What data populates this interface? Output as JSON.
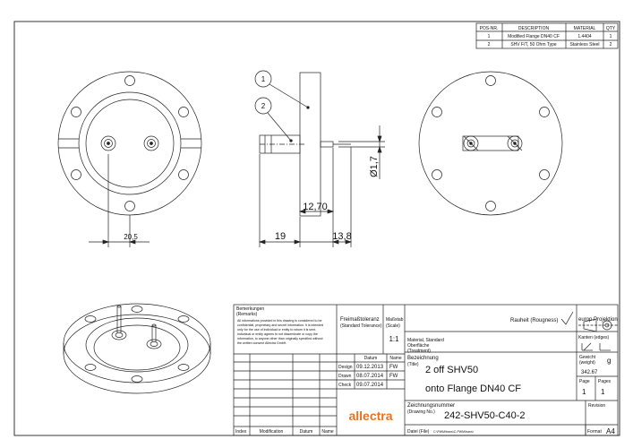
{
  "parts_table": {
    "headers": [
      "POS-NR.",
      "DESCRIPTION",
      "MATERIAL",
      "QTY"
    ],
    "rows": [
      [
        "1",
        "Modified Flange DN40 CF",
        "1.4404",
        "1"
      ],
      [
        "2",
        "SHV F/T, 50 Ohm Type",
        "Stainless Steel",
        "2"
      ]
    ]
  },
  "balloons": [
    "1",
    "2"
  ],
  "dimensions": {
    "d_20_5": "20,5",
    "d_12_70": "12,70",
    "d_19": "19",
    "d_13_8": "13,8",
    "d_1_7": "Ø1,7"
  },
  "title_block": {
    "remarks_label": "Bemerkungen",
    "remarks_label_en": "(Remarks)",
    "disclaimer": [
      "All informations provided in this drawing is considered to be",
      "confidential, proprietary and secret information. It is intended",
      "only for the use of individual or entity to whom it is sent.",
      "Individual or entity agrees to not disseminate or copy the",
      "information, to anyone other than originally specified without",
      "the written consent Allectra GmbH."
    ],
    "tolerance_label": "Freimaßtoleranz",
    "tolerance_label_en": "(Standard Tolerance)",
    "scale_label": "Maßstab",
    "scale_label_en": "(Scale)",
    "scale_value": "1:1",
    "material_label": "Material, Standard",
    "surface_label": "Oberfläche",
    "treatment_label": "(Treatment)",
    "roughness_label": "Rauheit (Rougness)",
    "projection_label": "europ.Projektion",
    "edges_label": "Kanten (edges)",
    "date_header": "Datum",
    "name_header": "Name",
    "design_label": "Design",
    "design_date": "09.12.2013",
    "design_name": "FW",
    "drawn_label": "Drawn",
    "drawn_date": "08.07.2014",
    "drawn_name": "FW",
    "check_label": "Check",
    "check_date": "09.07.2014",
    "designation_label": "Bezeichnung",
    "designation_label_en": "(Title)",
    "title_line1": "2 off SHV50",
    "title_line2": "onto Flange DN40 CF",
    "weight_label": "Gewicht",
    "weight_label_en": "(weight)",
    "weight_unit": "g",
    "weight_value": "342.67",
    "page_label": "Page",
    "pages_label": "Pages",
    "page_value": "1",
    "pages_value": "1",
    "logo_text": "allectra",
    "drawing_no_label": "Zeichnungsnummer",
    "drawing_no_label_en": "(Drawing No.)",
    "drawing_no": "242-SHV50-C40-2",
    "revision_label": "Revision",
    "file_label": "Datei (File)",
    "file_value": "C:\\PWM\\trans\\C-PWM\\trans\\",
    "format_label": "Format",
    "format_value": "A4",
    "rev_table_headers": [
      "Index",
      "Modification",
      "Datum",
      "Name"
    ]
  },
  "colors": {
    "line": "#222222",
    "logo_orange": "#e8731c"
  }
}
